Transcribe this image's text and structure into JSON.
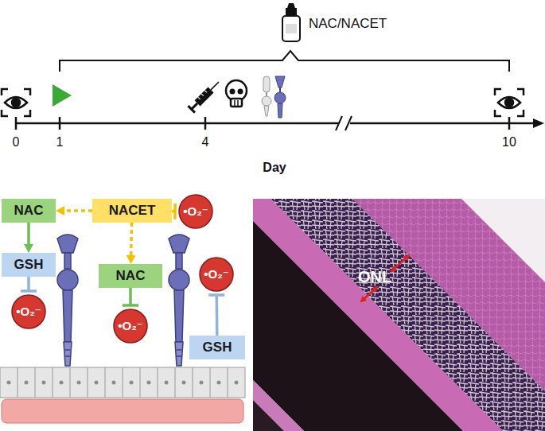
{
  "diagram": {
    "nodes": [
      {
        "text": [
          "NAC"
        ]
      },
      {
        "text": [
          "NACET"
        ]
      },
      {
        "text": [
          "•O₂⁻"
        ]
      },
      {
        "text": [
          "GSH"
        ]
      },
      {
        "text": [
          "NAC"
        ]
      },
      {
        "text": [
          "•O₂⁻"
        ]
      },
      {
        "text": [
          "•O₂⁻"
        ]
      },
      {
        "text": [
          "•O₂⁻"
        ]
      },
      {
        "text": [
          "GSH"
        ]
      }
    ],
    "edges": [
      {
        "from": 1,
        "to": 0,
        "arrow": "to"
      },
      {
        "from": 1,
        "to": 2,
        "arrow": "to"
      },
      {
        "from": 0,
        "to": 3,
        "arrow": "to"
      },
      {
        "from": 3,
        "to": 6,
        "arrow": "to"
      },
      {
        "from": 1,
        "to": 4,
        "arrow": "to"
      },
      {
        "from": 4,
        "to": 7,
        "arrow": "to"
      },
      {
        "from": 8,
        "to": 5,
        "arrow": "to"
      }
    ],
    "labels": [
      "NAC/NACET",
      "0",
      "1",
      "4",
      "10",
      "Day",
      "ONL"
    ]
  }
}
